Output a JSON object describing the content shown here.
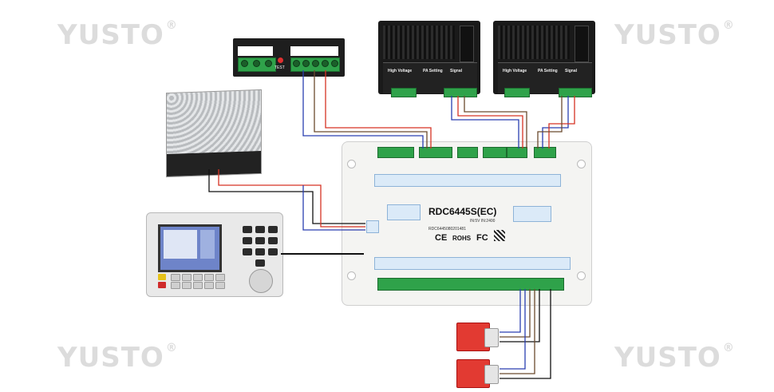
{
  "watermark": {
    "text": "YUSTO",
    "mark": "®"
  },
  "controller": {
    "model": "RDC6445S(EC)",
    "input": "IN:5V  IN:2400",
    "serial": "RDC6445080201481",
    "cert": "ROHS"
  },
  "relay": {
    "test": "TEST"
  },
  "drivers": [
    {
      "col1": "High Voltage",
      "col2": "PA Setting",
      "col3": "Signal"
    },
    {
      "col1": "High Voltage",
      "col2": "PA Setting",
      "col3": "Signal"
    }
  ],
  "colors": {
    "wire_blue": "#2a3fb0",
    "wire_red": "#d63324",
    "wire_brown": "#6b4a2e",
    "wire_black": "#111111"
  }
}
